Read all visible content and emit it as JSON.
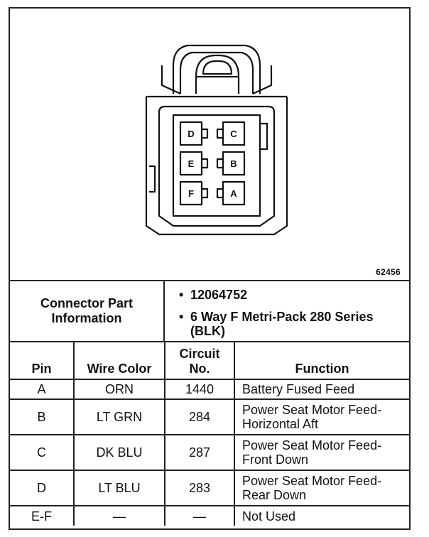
{
  "figure": {
    "number": "62456",
    "cavity_labels": [
      "D",
      "C",
      "E",
      "B",
      "F",
      "A"
    ]
  },
  "part_info": {
    "label": "Connector Part Information",
    "part_number": "12064752",
    "description": "6 Way F Metri-Pack 280 Series (BLK)"
  },
  "table": {
    "headers": {
      "pin": "Pin",
      "wire_color": "Wire Color",
      "circuit_no": "Circuit No.",
      "function": "Function"
    },
    "rows": [
      {
        "pin": "A",
        "wire_color": "ORN",
        "circuit": "1440",
        "function": "Battery Fused Feed"
      },
      {
        "pin": "B",
        "wire_color": "LT GRN",
        "circuit": "284",
        "function": "Power Seat Motor Feed-Horizontal Aft"
      },
      {
        "pin": "C",
        "wire_color": "DK BLU",
        "circuit": "287",
        "function": "Power Seat Motor Feed-Front Down"
      },
      {
        "pin": "D",
        "wire_color": "LT BLU",
        "circuit": "283",
        "function": "Power Seat Motor Feed-Rear Down"
      },
      {
        "pin": "E-F",
        "wire_color": "—",
        "circuit": "—",
        "function": "Not Used"
      }
    ]
  }
}
